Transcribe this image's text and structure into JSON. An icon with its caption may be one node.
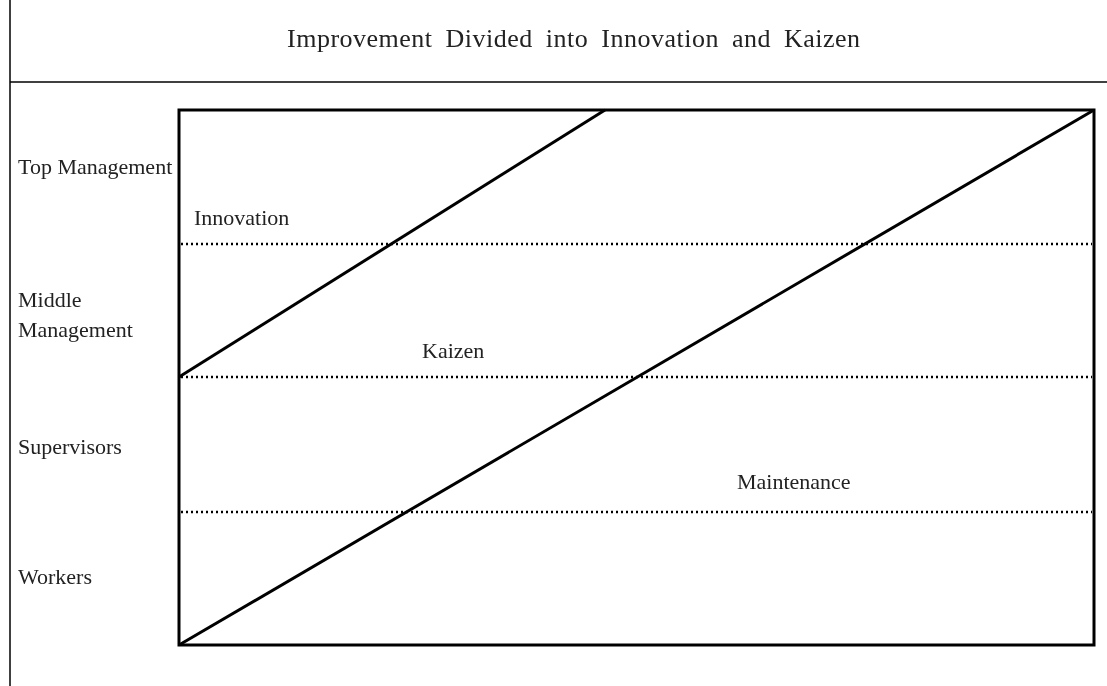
{
  "diagram": {
    "title": "Improvement Divided into Innovation and Kaizen",
    "labels": [
      "Top Management",
      "Innovation",
      "Middle Management",
      "Kaizen",
      "Supervisors",
      "Maintenance",
      "Workers"
    ]
  }
}
